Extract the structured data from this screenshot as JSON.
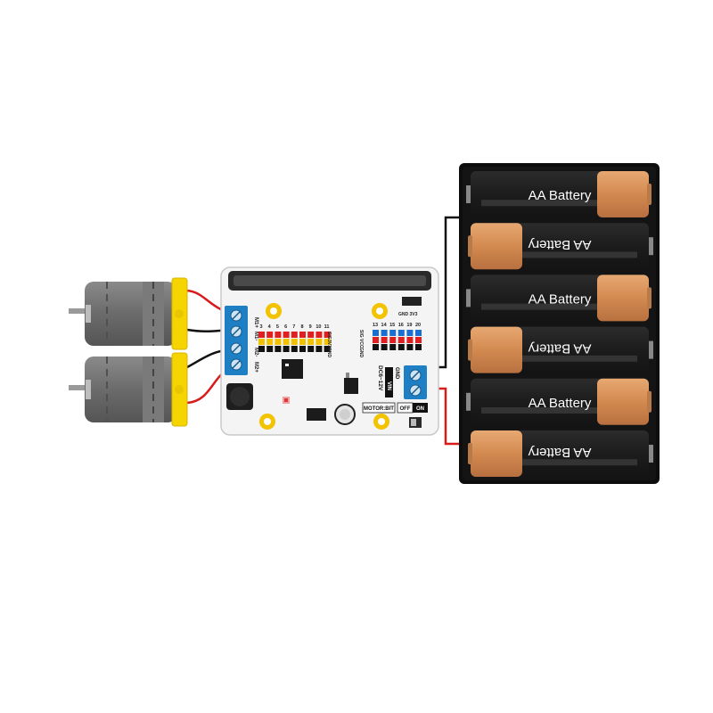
{
  "battery_pack": {
    "cell_label": "AA Battery",
    "cell_count": 6
  },
  "board": {
    "name": "MOTOR:BIT",
    "power_input": "DC6~12V",
    "vin_label": "VIN",
    "gnd_label": "GND",
    "switch_off": "OFF",
    "switch_on": "ON",
    "motor_terminals": [
      "M1+",
      "M1-",
      "M2-",
      "M2+"
    ],
    "left_header_pins": [
      "3",
      "4",
      "5",
      "6",
      "7",
      "8",
      "9",
      "10",
      "11"
    ],
    "left_header_rows": [
      "SIG",
      "3V3",
      "GND"
    ],
    "right_header_pins": [
      "13",
      "14",
      "15",
      "16",
      "19",
      "20"
    ],
    "right_header_rows": [
      "SIG",
      "VCC",
      "GND"
    ],
    "top_connector_text": "GND 3V3"
  },
  "motors": {
    "count": 2
  },
  "colors": {
    "pcb": "#f4f4f4",
    "terminal_blue": "#1e7fc4",
    "header_red": "#e02020",
    "header_yellow": "#f2c200",
    "header_black": "#111111",
    "header_blue": "#1a6fd1",
    "motor_yellow": "#f6d400",
    "wire_red": "#d81c1c",
    "wire_black": "#111111",
    "battery_copper": "#d9935a",
    "battery_black": "#1c1c1c",
    "holder": "#0d0d0d",
    "mount_hole": "#f3c300"
  }
}
